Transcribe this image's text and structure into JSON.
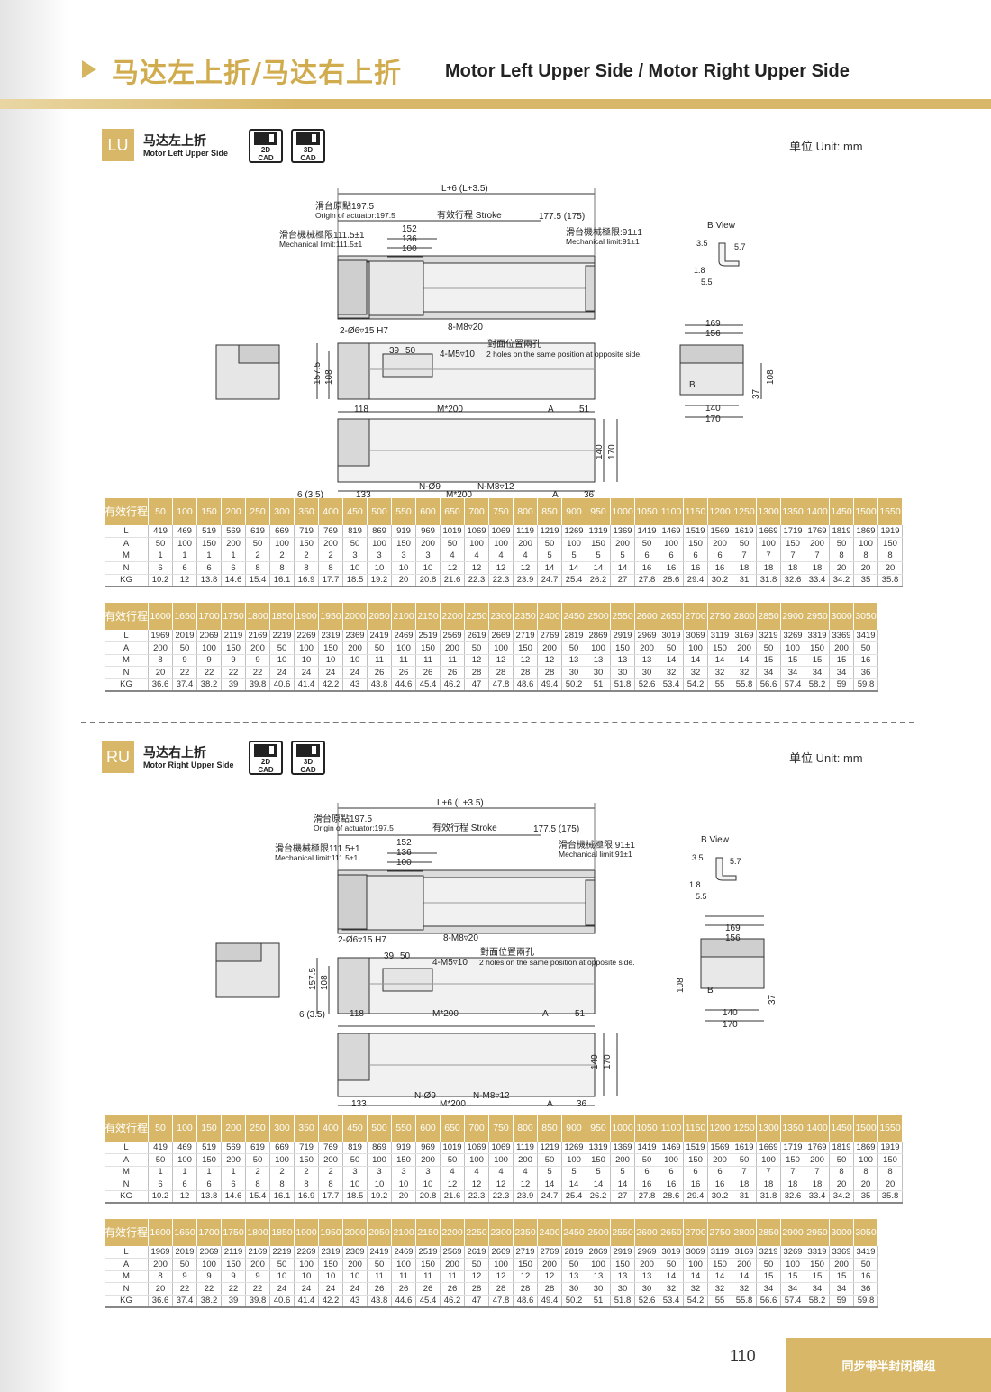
{
  "header": {
    "title_cn": "马达左上折/马达右上折",
    "title_en": "Motor Left Upper Side / Motor Right Upper Side"
  },
  "cad": {
    "label_2d_a": "2D",
    "label_3d_a": "3D",
    "label_cad": "CAD"
  },
  "sections": [
    {
      "code": "LU",
      "title_cn": "马达左上折",
      "title_en": "Motor Left Upper Side",
      "unit": "单位 Unit: mm"
    },
    {
      "code": "RU",
      "title_cn": "马达右上折",
      "title_en": "Motor Right Upper Side",
      "unit": "单位 Unit: mm"
    }
  ],
  "drawing": {
    "total_length": "L+6 (L+3.5)",
    "origin_cn": "滑台原點197.5",
    "origin_en": "Origin of actuator:197.5",
    "stroke": "有效行程 Stroke",
    "right_len": "177.5 (175)",
    "mech_left_cn": "滑台機械極限111.5±1",
    "mech_left_en": "Mechanical limit:111.5±1",
    "mech_right_cn": "滑台機械極限:91±1",
    "mech_right_en": "Mechanical limit:91±1",
    "d152": "152",
    "d136": "136",
    "d100": "100",
    "b_view": "B View",
    "bv_35": "3.5",
    "bv_57": "5.7",
    "bv_18": "1.8",
    "bv_55": "5.5",
    "pin_hole": "2-Ø6▿15 H7",
    "m8": "8-M8▿20",
    "opp_cn": "對面位置兩孔",
    "m5": "4-M5▿10",
    "opp_en": "2 holes on the same position at opposite side.",
    "d39": "39",
    "d50": "50",
    "d1575": "157.5",
    "d108": "108",
    "d169": "169",
    "d156": "156",
    "d140": "140",
    "d170": "170",
    "d37": "37",
    "b_mark": "B",
    "d118": "118",
    "m200": "M*200",
    "a": "A",
    "d51": "51",
    "d6": "6 (3.5)",
    "d133": "133",
    "n9": "N-Ø9",
    "nm8": "N-M8▿12",
    "d36": "36"
  },
  "table": {
    "stroke_label_cn": "有效行程",
    "row_labels": [
      "L",
      "A",
      "M",
      "N",
      "KG"
    ],
    "part1": {
      "strokes": [
        "50",
        "100",
        "150",
        "200",
        "250",
        "300",
        "350",
        "400",
        "450",
        "500",
        "550",
        "600",
        "650",
        "700",
        "750",
        "800",
        "850",
        "900",
        "950",
        "1000",
        "1050",
        "1100",
        "1150",
        "1200",
        "1250",
        "1300",
        "1350",
        "1400",
        "1450",
        "1500",
        "1550"
      ],
      "L": [
        "419",
        "469",
        "519",
        "569",
        "619",
        "669",
        "719",
        "769",
        "819",
        "869",
        "919",
        "969",
        "1019",
        "1069",
        "1069",
        "1119",
        "1219",
        "1269",
        "1319",
        "1369",
        "1419",
        "1469",
        "1519",
        "1569",
        "1619",
        "1669",
        "1719",
        "1769",
        "1819",
        "1869",
        "1919"
      ],
      "A": [
        "50",
        "100",
        "150",
        "200",
        "50",
        "100",
        "150",
        "200",
        "50",
        "100",
        "150",
        "200",
        "50",
        "100",
        "100",
        "200",
        "50",
        "100",
        "150",
        "200",
        "50",
        "100",
        "150",
        "200",
        "50",
        "100",
        "150",
        "200",
        "50",
        "100",
        "150"
      ],
      "M": [
        "1",
        "1",
        "1",
        "1",
        "2",
        "2",
        "2",
        "2",
        "3",
        "3",
        "3",
        "3",
        "4",
        "4",
        "4",
        "4",
        "5",
        "5",
        "5",
        "5",
        "6",
        "6",
        "6",
        "6",
        "7",
        "7",
        "7",
        "7",
        "8",
        "8",
        "8"
      ],
      "N": [
        "6",
        "6",
        "6",
        "6",
        "8",
        "8",
        "8",
        "8",
        "10",
        "10",
        "10",
        "10",
        "12",
        "12",
        "12",
        "12",
        "14",
        "14",
        "14",
        "14",
        "16",
        "16",
        "16",
        "16",
        "18",
        "18",
        "18",
        "18",
        "20",
        "20",
        "20"
      ],
      "KG": [
        "10.2",
        "12",
        "13.8",
        "14.6",
        "15.4",
        "16.1",
        "16.9",
        "17.7",
        "18.5",
        "19.2",
        "20",
        "20.8",
        "21.6",
        "22.3",
        "22.3",
        "23.9",
        "24.7",
        "25.4",
        "26.2",
        "27",
        "27.8",
        "28.6",
        "29.4",
        "30.2",
        "31",
        "31.8",
        "32.6",
        "33.4",
        "34.2",
        "35",
        "35.8"
      ]
    },
    "part2": {
      "strokes": [
        "1600",
        "1650",
        "1700",
        "1750",
        "1800",
        "1850",
        "1900",
        "1950",
        "2000",
        "2050",
        "2100",
        "2150",
        "2200",
        "2250",
        "2300",
        "2350",
        "2400",
        "2450",
        "2500",
        "2550",
        "2600",
        "2650",
        "2700",
        "2750",
        "2800",
        "2850",
        "2900",
        "2950",
        "3000",
        "3050"
      ],
      "L": [
        "1969",
        "2019",
        "2069",
        "2119",
        "2169",
        "2219",
        "2269",
        "2319",
        "2369",
        "2419",
        "2469",
        "2519",
        "2569",
        "2619",
        "2669",
        "2719",
        "2769",
        "2819",
        "2869",
        "2919",
        "2969",
        "3019",
        "3069",
        "3119",
        "3169",
        "3219",
        "3269",
        "3319",
        "3369",
        "3419"
      ],
      "A": [
        "200",
        "50",
        "100",
        "150",
        "200",
        "50",
        "100",
        "150",
        "200",
        "50",
        "100",
        "150",
        "200",
        "50",
        "100",
        "150",
        "200",
        "50",
        "100",
        "150",
        "200",
        "50",
        "100",
        "150",
        "200",
        "50",
        "100",
        "150",
        "200",
        "50"
      ],
      "M": [
        "8",
        "9",
        "9",
        "9",
        "9",
        "10",
        "10",
        "10",
        "10",
        "11",
        "11",
        "11",
        "11",
        "12",
        "12",
        "12",
        "12",
        "13",
        "13",
        "13",
        "13",
        "14",
        "14",
        "14",
        "14",
        "15",
        "15",
        "15",
        "15",
        "16"
      ],
      "N": [
        "20",
        "22",
        "22",
        "22",
        "22",
        "24",
        "24",
        "24",
        "24",
        "26",
        "26",
        "26",
        "26",
        "28",
        "28",
        "28",
        "28",
        "30",
        "30",
        "30",
        "30",
        "32",
        "32",
        "32",
        "32",
        "34",
        "34",
        "34",
        "34",
        "36"
      ],
      "KG": [
        "36.6",
        "37.4",
        "38.2",
        "39",
        "39.8",
        "40.6",
        "41.4",
        "42.2",
        "43",
        "43.8",
        "44.6",
        "45.4",
        "46.2",
        "47",
        "47.8",
        "48.6",
        "49.4",
        "50.2",
        "51",
        "51.8",
        "52.6",
        "53.4",
        "54.2",
        "55",
        "55.8",
        "56.6",
        "57.4",
        "58.2",
        "59",
        "59.8"
      ]
    }
  },
  "footer": {
    "page": "110",
    "category": "同步带半封闭模组"
  }
}
